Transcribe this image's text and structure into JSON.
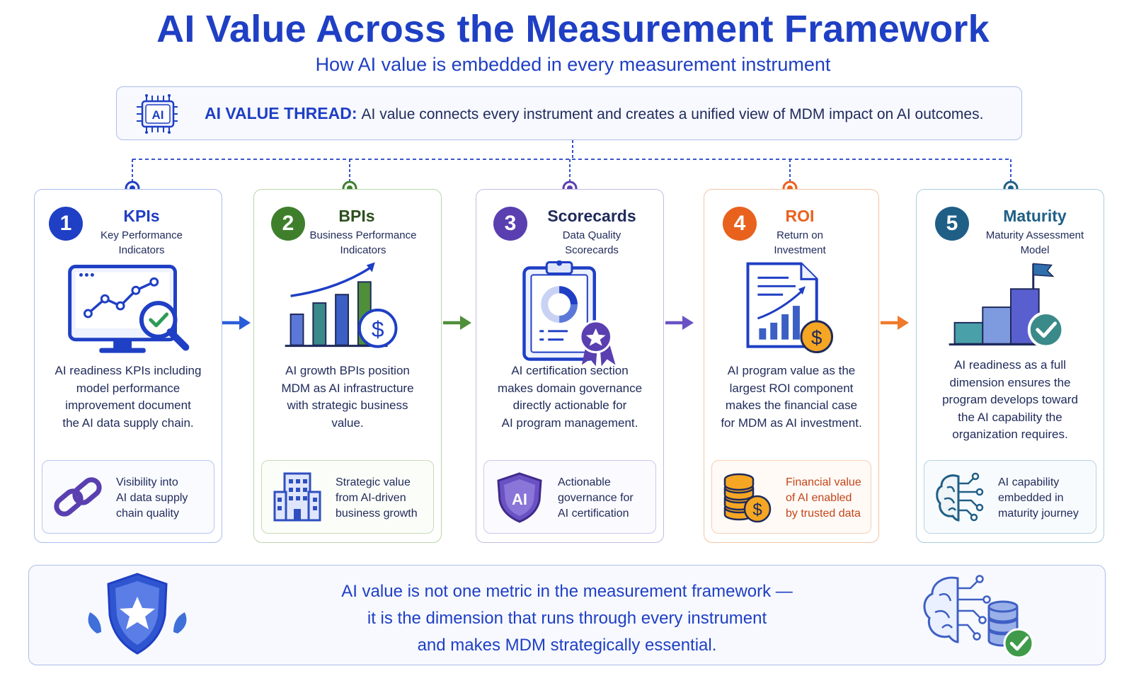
{
  "header": {
    "title": "AI Value Across the Measurement Framework",
    "subtitle": "How AI value is embedded in every measurement instrument"
  },
  "thread": {
    "icon": "ai-chip-icon",
    "chip_label": "AI",
    "label": "AI VALUE THREAD:",
    "text": "AI value connects every instrument and creates a unified view of MDM impact on AI outcomes."
  },
  "cards": [
    {
      "number": "1",
      "title": "KPIs",
      "subtitle_lines": [
        "Key Performance",
        "Indicators"
      ],
      "desc_lines": [
        "AI readiness KPIs including",
        "model performance",
        "improvement document",
        "the AI data supply chain."
      ],
      "sub_lines": [
        "Visibility into",
        "AI data supply",
        "chain quality"
      ],
      "icon": "monitor-chart-icon",
      "sub_icon": "chain-link-icon",
      "color": "#1f3fc4"
    },
    {
      "number": "2",
      "title": "BPIs",
      "subtitle_lines": [
        "Business Performance",
        "Indicators"
      ],
      "desc_lines": [
        "AI growth BPIs position",
        "MDM as AI infrastructure",
        "with strategic business",
        "value."
      ],
      "sub_lines": [
        "Strategic value",
        "from AI-driven",
        "business growth"
      ],
      "icon": "growth-chart-dollar-icon",
      "sub_icon": "office-building-icon",
      "color": "#3f7f2c"
    },
    {
      "number": "3",
      "title": "Scorecards",
      "subtitle_lines": [
        "Data Quality",
        "Scorecards"
      ],
      "desc_lines": [
        "AI certification section",
        "makes domain governance",
        "directly actionable for",
        "AI program management."
      ],
      "sub_lines": [
        "Actionable",
        "governance for",
        "AI certification"
      ],
      "icon": "clipboard-badge-icon",
      "sub_icon": "ai-shield-icon",
      "sub_icon_label": "AI",
      "color": "#5a3fb0"
    },
    {
      "number": "4",
      "title": "ROI",
      "subtitle_lines": [
        "Return on",
        "Investment"
      ],
      "desc_lines": [
        "AI program value as the",
        "largest ROI component",
        "makes the financial case",
        "for MDM as AI investment."
      ],
      "sub_lines": [
        "Financial value",
        "of AI enabled",
        "by trusted data"
      ],
      "icon": "report-dollar-icon",
      "sub_icon": "coin-stack-icon",
      "color": "#e8621e"
    },
    {
      "number": "5",
      "title": "Maturity",
      "subtitle_lines": [
        "Maturity Assessment",
        "Model"
      ],
      "desc_lines": [
        "AI readiness as a full",
        "dimension ensures the",
        "program develops toward",
        "the AI capability the",
        "organization requires."
      ],
      "sub_lines": [
        "AI capability",
        "embedded in",
        "maturity journey"
      ],
      "icon": "steps-flag-check-icon",
      "sub_icon": "circuit-brain-icon",
      "color": "#1f5f86"
    }
  ],
  "footer": {
    "lines": [
      "AI value is not one metric in the measurement framework —",
      "it is the dimension that runs through every instrument",
      "and makes MDM strategically essential."
    ],
    "left_icon": "star-shield-icon",
    "right_icon": "brain-database-check-icon"
  },
  "colors": {
    "primary": "#1f3fc4",
    "kpi": "#1f3fc4",
    "bpi": "#3f7f2c",
    "scorecard": "#5a3fb0",
    "roi": "#e8621e",
    "maturity": "#1f5f86"
  }
}
